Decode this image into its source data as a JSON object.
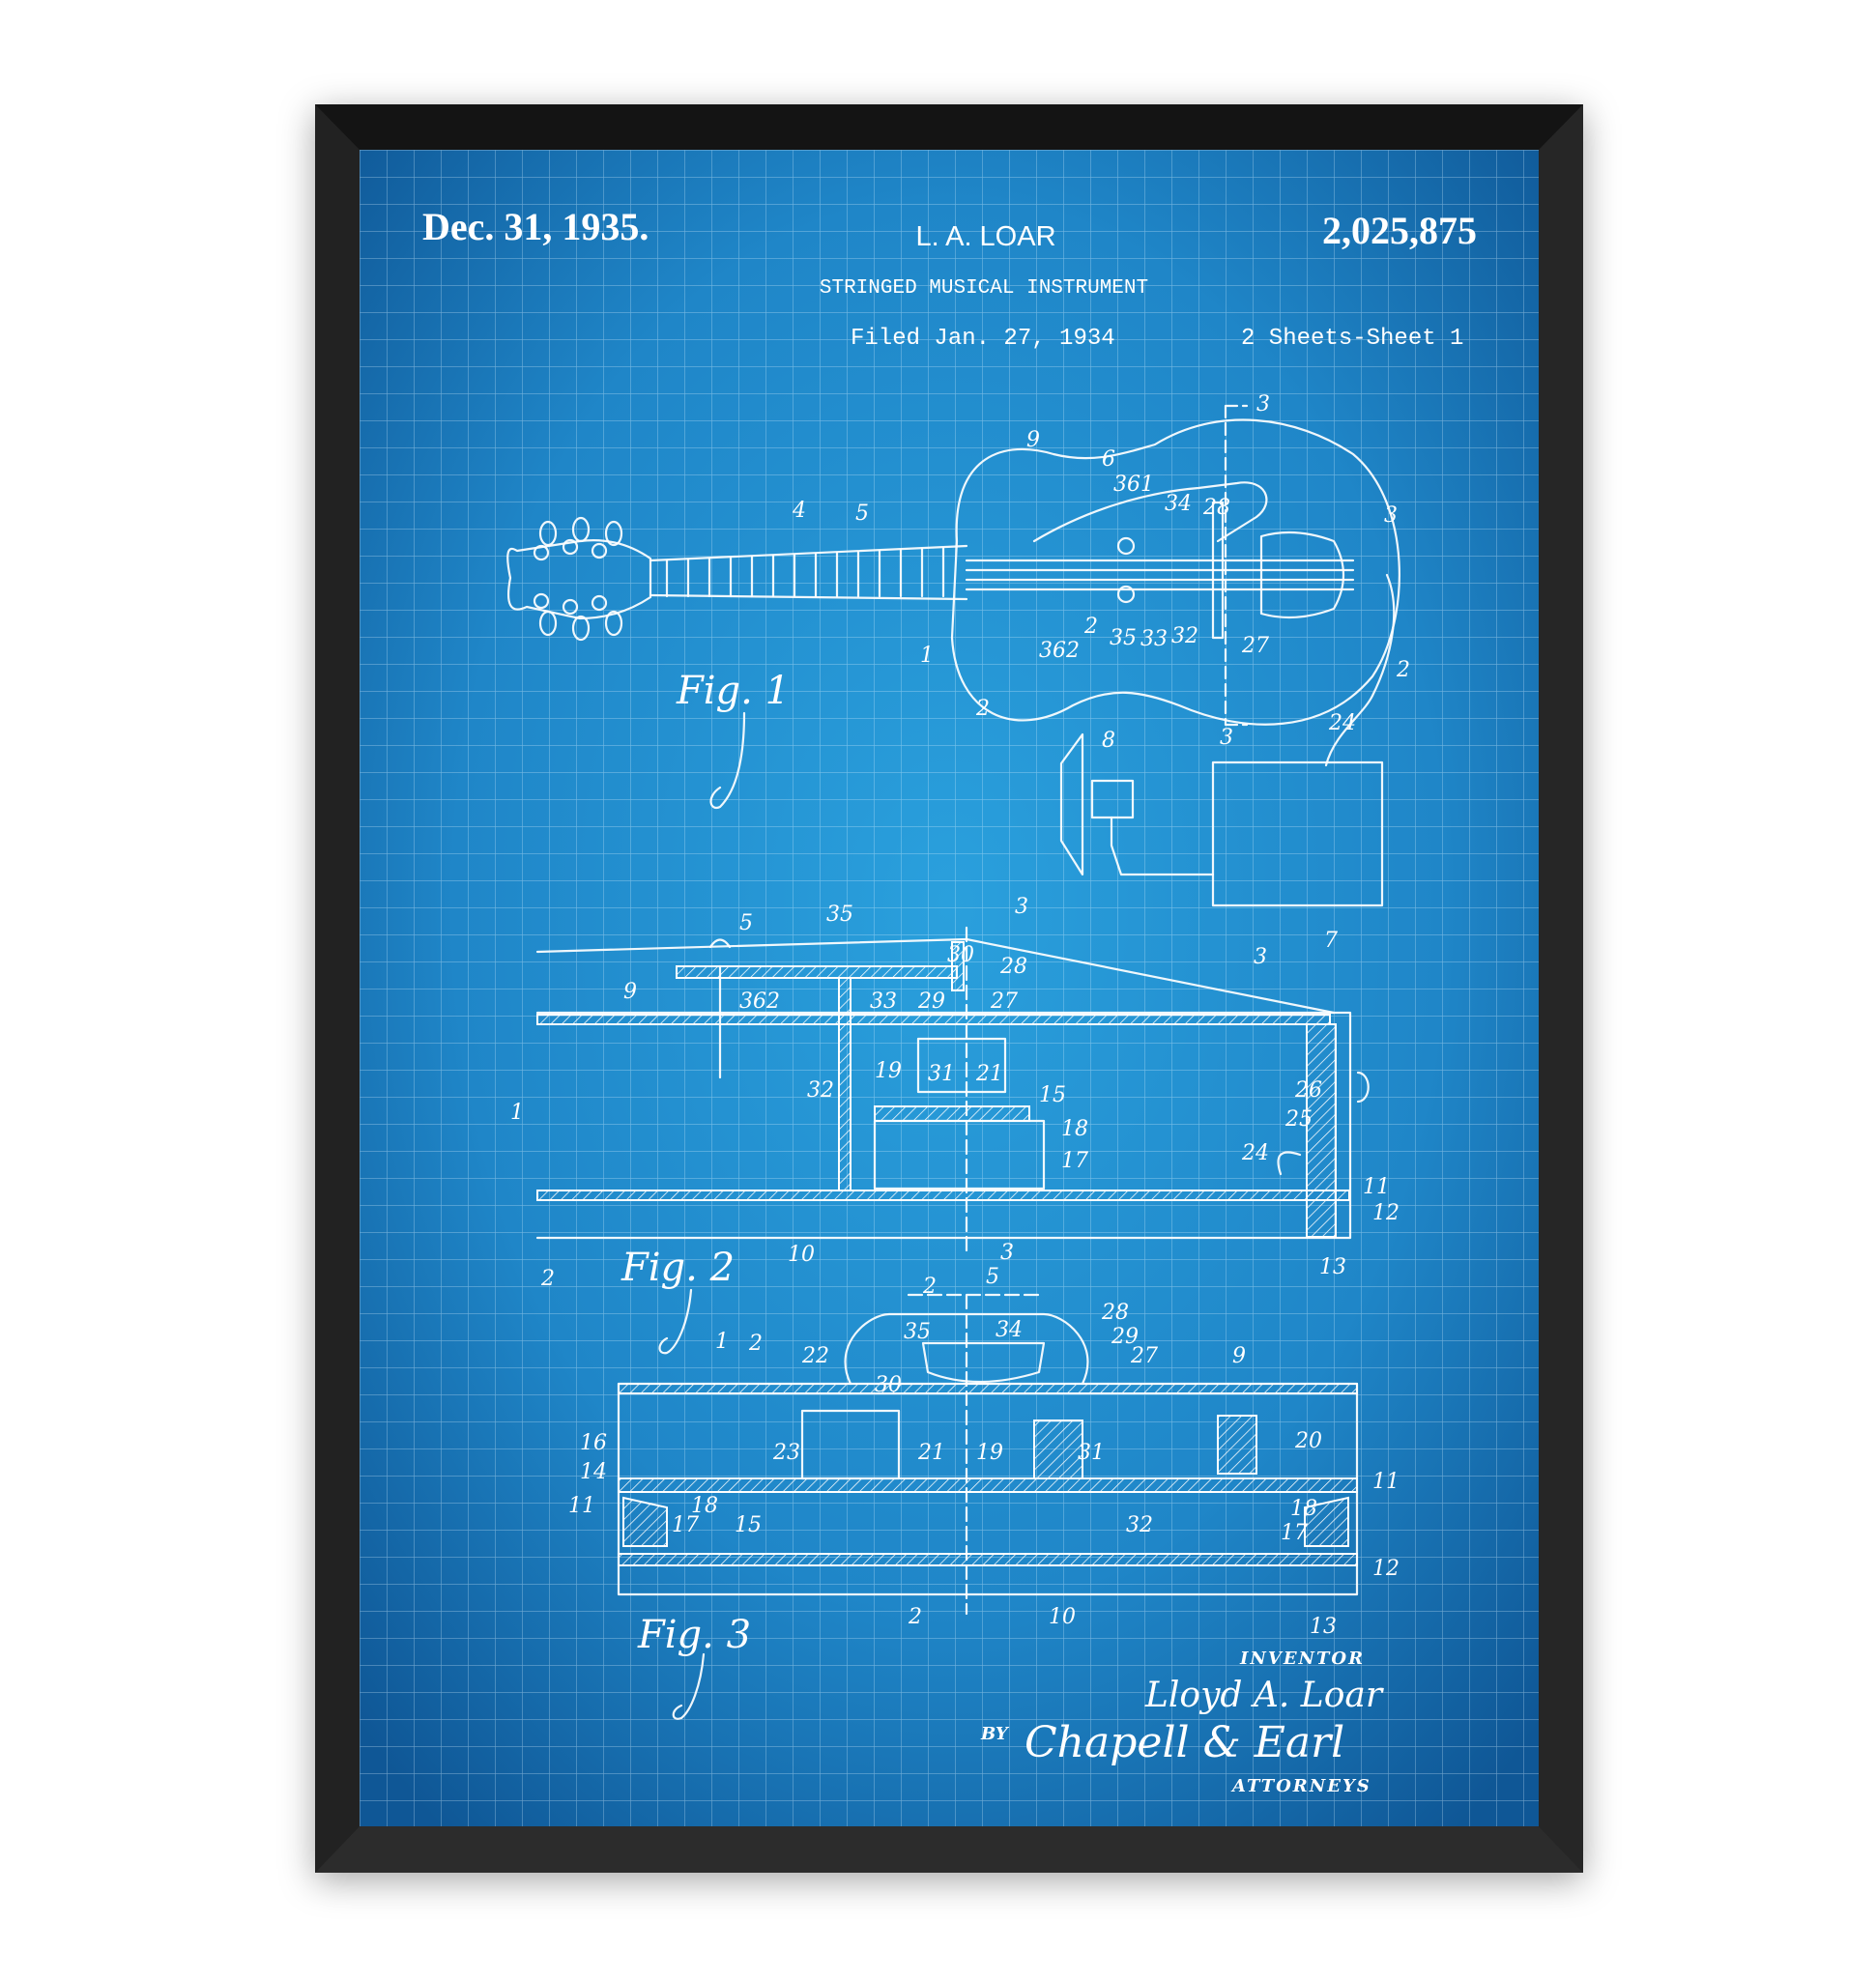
{
  "colors": {
    "blueprint_center": "#2a9bd9",
    "blueprint_edge": "#10589a",
    "grid_line": "#ffffff",
    "frame": "#1b1b1b",
    "ink": "#ffffff"
  },
  "header": {
    "date": "Dec. 31, 1935.",
    "inventor_short": "L. A. LOAR",
    "patent_number": "2,025,875",
    "title": "STRINGED MUSICAL INSTRUMENT",
    "filed": "Filed Jan. 27, 1934",
    "sheets": "2 Sheets-Sheet 1"
  },
  "figures": {
    "fig1": {
      "label": "Fig. 1",
      "refs": [
        "4",
        "5",
        "9",
        "6",
        "361",
        "34",
        "28",
        "3",
        "3",
        "2",
        "35",
        "33",
        "32",
        "27",
        "362",
        "1",
        "2",
        "3",
        "2",
        "24",
        "8",
        "7"
      ]
    },
    "fig2": {
      "label": "Fig. 2",
      "refs": [
        "5",
        "35",
        "3",
        "30",
        "28",
        "3",
        "9",
        "362",
        "33",
        "29",
        "27",
        "19",
        "31",
        "21",
        "15",
        "32",
        "18",
        "17",
        "26",
        "25",
        "24",
        "11",
        "12",
        "1",
        "2",
        "10",
        "3",
        "13"
      ]
    },
    "fig3": {
      "label": "Fig. 3",
      "refs": [
        "2",
        "5",
        "28",
        "35",
        "34",
        "29",
        "1",
        "2",
        "22",
        "27",
        "9",
        "30",
        "16",
        "23",
        "21",
        "19",
        "31",
        "20",
        "14",
        "11",
        "18",
        "17",
        "15",
        "32",
        "18",
        "17",
        "11",
        "12",
        "2",
        "10",
        "13"
      ]
    }
  },
  "signature": {
    "inventor_label": "INVENTOR",
    "inventor_name": "Lloyd A. Loar",
    "by": "BY",
    "attorneys_name": "Chapell & Earl",
    "attorneys_label": "ATTORNEYS"
  }
}
